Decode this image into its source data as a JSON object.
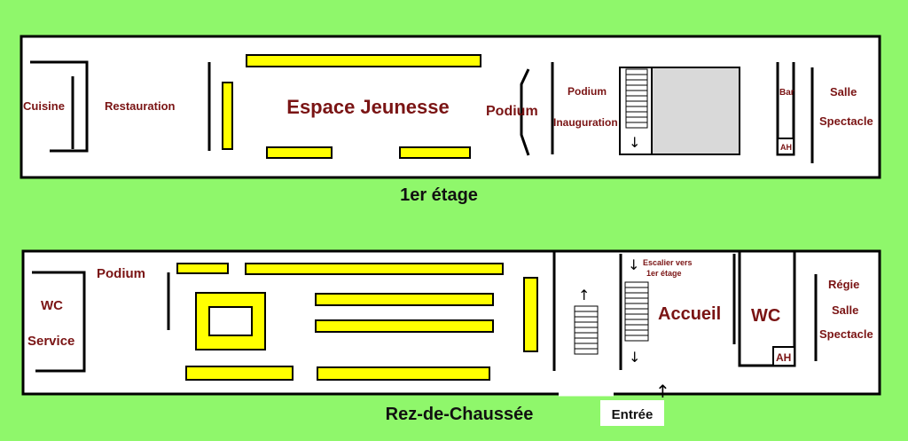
{
  "colors": {
    "background": "#8ff76b",
    "stand": "#ffff00",
    "label": "#7a1414",
    "wall": "#000000",
    "floor": "#ffffff",
    "room_fill": "#d9d9d9"
  },
  "upper_floor": {
    "title": "1er étage",
    "labels": {
      "cuisine": "Cuisine",
      "restauration": "Restauration",
      "espace_jeunesse": "Espace Jeunesse",
      "podium": "Podium",
      "podium_inauguration_1": "Podium",
      "podium_inauguration_2": "Inauguration",
      "bar": "Bar",
      "ah": "AH",
      "salle_spectacle_1": "Salle",
      "salle_spectacle_2": "Spectacle"
    },
    "stair_arrow": "↓"
  },
  "ground_floor": {
    "title": "Rez-de-Chaussée",
    "labels": {
      "wc_service_1": "WC",
      "wc_service_2": "Service",
      "podium": "Podium",
      "escalier_1": "Escalier vers",
      "escalier_2": "1er étage",
      "accueil": "Accueil",
      "wc": "WC",
      "ah": "AH",
      "regie": "Régie",
      "salle_spectacle_1": "Salle",
      "salle_spectacle_2": "Spectacle"
    },
    "arrow_up": "↑",
    "arrow_down": "↓",
    "entree": "Entrée"
  }
}
